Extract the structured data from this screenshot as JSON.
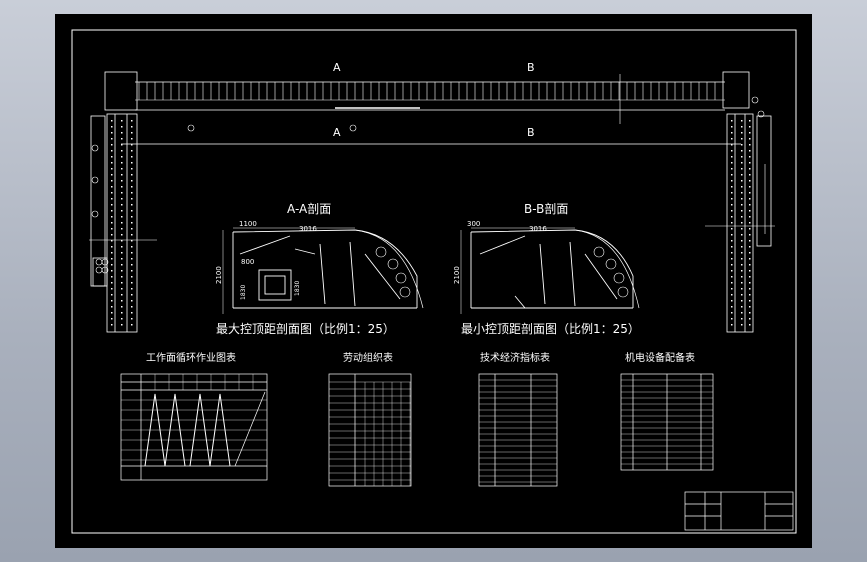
{
  "section_markers": {
    "a_top": "A",
    "a_bottom": "A",
    "b_top": "B",
    "b_bottom": "B"
  },
  "section_aa": {
    "title": "A-A剖面",
    "dim_left": "1100",
    "dim_span": "3016",
    "dim_height": "2100",
    "dim_inner": "800",
    "dim_inner_height": "1830",
    "dim_low": "1830"
  },
  "section_bb": {
    "title": "B-B剖面",
    "dim_left": "300",
    "dim_span": "3016",
    "dim_height": "2100"
  },
  "caption_max": "最大控顶距剖面图（比例1：25）",
  "caption_min": "最小控顶距剖面图（比例1：25）",
  "table_cycle": {
    "title": "工作面循环作业图表"
  },
  "table_labor": {
    "title": "劳动组织表"
  },
  "table_tech": {
    "title": "技术经济指标表"
  },
  "table_equip": {
    "title": "机电设备配备表"
  },
  "colors": {
    "background": "#000000",
    "frame": "#ffffff",
    "desktop": "#b4bac6",
    "accent_green": "#00d000",
    "accent_red": "#ff3030"
  }
}
